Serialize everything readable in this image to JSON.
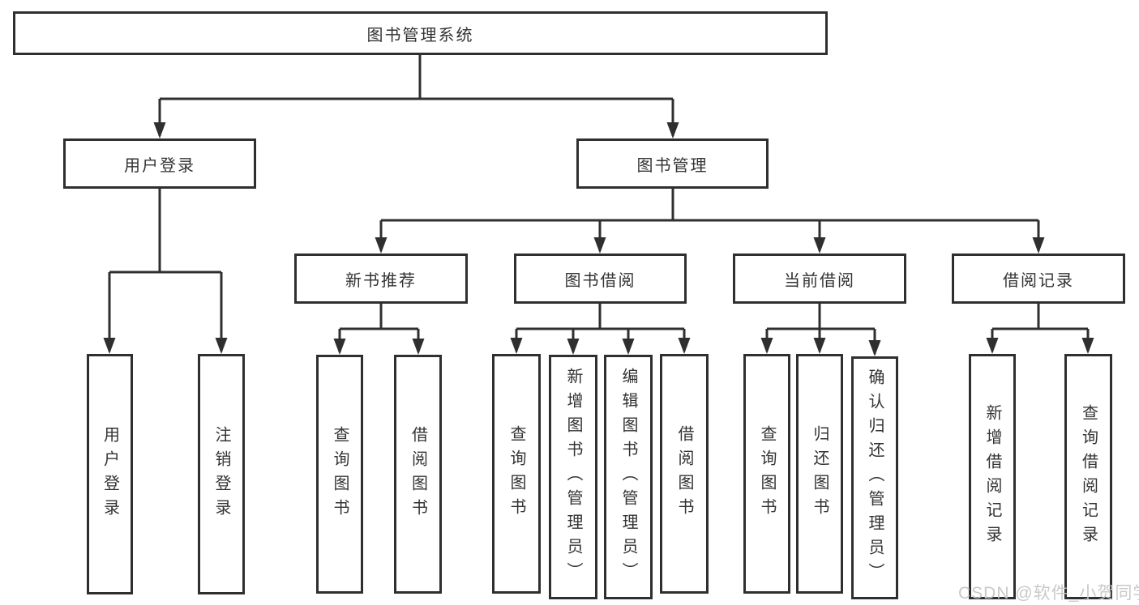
{
  "diagram": {
    "root": {
      "label": "图书管理系统"
    },
    "branches": [
      {
        "label": "用户登录",
        "children": [
          {
            "label": "用户登录"
          },
          {
            "label": "注销登录"
          }
        ]
      },
      {
        "label": "图书管理",
        "children": [
          {
            "label": "新书推荐",
            "children": [
              {
                "label": "查询图书"
              },
              {
                "label": "借阅图书"
              }
            ]
          },
          {
            "label": "图书借阅",
            "children": [
              {
                "label": "查询图书"
              },
              {
                "label": "新增图书（管理员）"
              },
              {
                "label": "编辑图书（管理员）"
              },
              {
                "label": "借阅图书"
              }
            ]
          },
          {
            "label": "当前借阅",
            "children": [
              {
                "label": "查询图书"
              },
              {
                "label": "归还图书"
              },
              {
                "label": "确认归还（管理员）"
              }
            ]
          },
          {
            "label": "借阅记录",
            "children": [
              {
                "label": "新增借阅记录"
              },
              {
                "label": "查询借阅记录"
              }
            ]
          }
        ]
      }
    ]
  },
  "watermark": {
    "text": "CSDN @软件_小贺同学"
  },
  "colors": {
    "line": "#2f2f2f",
    "box_border": "#2f2f2f",
    "text": "#333333",
    "background": "#ffffff",
    "watermark": "#c6c6c6"
  }
}
